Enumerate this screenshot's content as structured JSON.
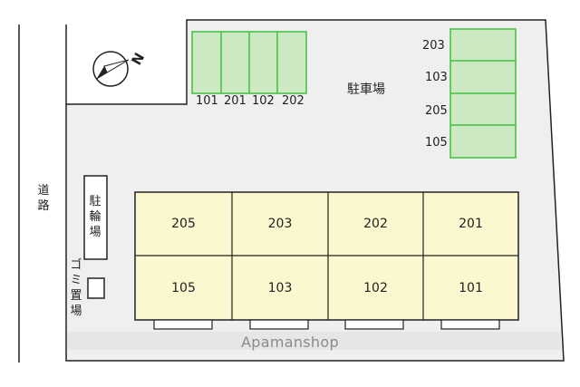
{
  "road_label": "道路",
  "parking_label": "駐車場",
  "bicycle_parking_label": "駐輪場",
  "garbage_label": "ゴミ置場",
  "compass_letter": "N",
  "watermark": "Apamanshop",
  "parking_top": [
    "101",
    "201",
    "102",
    "202"
  ],
  "parking_right": [
    "203",
    "103",
    "205",
    "105"
  ],
  "units_upper": [
    "205",
    "203",
    "202",
    "201"
  ],
  "units_lower": [
    "105",
    "103",
    "102",
    "101"
  ],
  "colors": {
    "lot": "#efefef",
    "parking_fill": "#cde9c4",
    "parking_border": "#3fbf3f",
    "unit_fill": "#fbf7cf",
    "outline": "#222222"
  }
}
